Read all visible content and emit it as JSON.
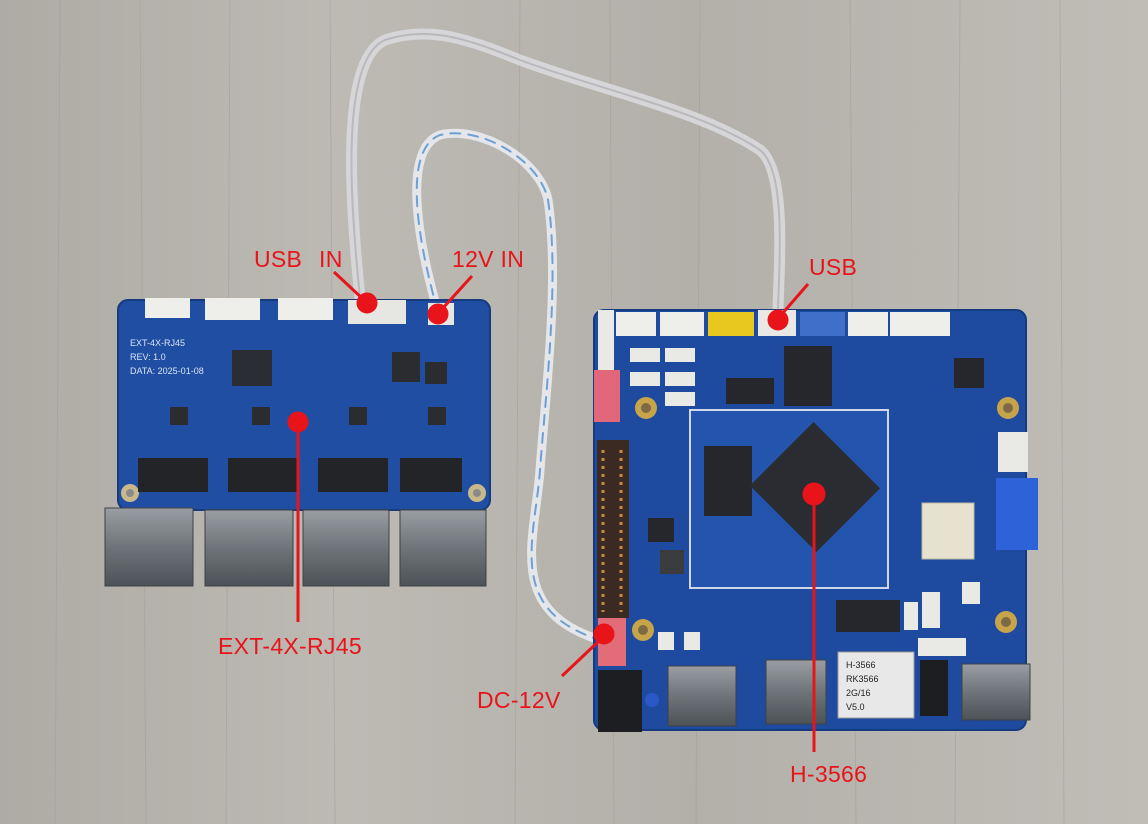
{
  "labels": {
    "usb_left": "USB",
    "in_left": "IN",
    "twelve_v_in": "12V IN",
    "usb_right": "USB",
    "ext_board": "EXT-4X-RJ45",
    "dc_12v": "DC-12V",
    "main_board": "H-3566"
  },
  "ext_board_silkscreen": {
    "line1": "EXT-4X-RJ45",
    "line2": "REV: 1.0",
    "line3": "DATA: 2025-01-08"
  },
  "main_board_silkscreen": {
    "chip_marks": [
      "H-3566",
      "RK3566",
      "2G/16",
      "V5.0"
    ]
  },
  "colors": {
    "annotation_red": "#e8141a",
    "pcb_blue": "#1f4ea3",
    "wood_grey": "#b5b2ac"
  }
}
